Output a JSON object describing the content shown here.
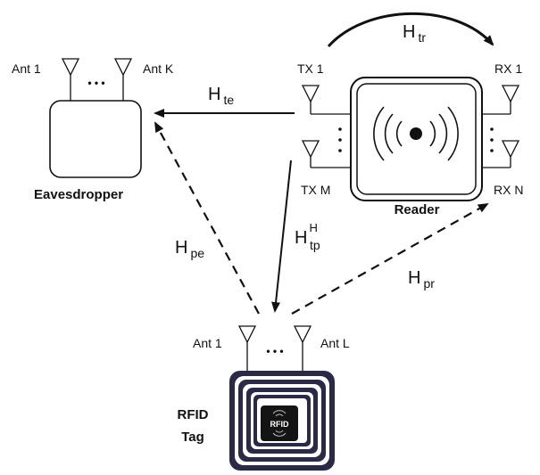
{
  "labels": {
    "ant1_eve": "Ant 1",
    "antk_eve": "Ant K",
    "eavesdropper": "Eavesdropper",
    "tx1": "TX 1",
    "txm": "TX M",
    "rx1": "RX 1",
    "rxn": "RX N",
    "reader": "Reader",
    "ant1_tag": "Ant 1",
    "antl_tag": "Ant L",
    "rfid": "RFID",
    "tag": "Tag",
    "chip": "RFID",
    "dots": "• • •"
  },
  "channels": {
    "h_tr": {
      "base": "H",
      "sub": "tr",
      "sup": ""
    },
    "h_te": {
      "base": "H",
      "sub": "te",
      "sup": ""
    },
    "h_tp": {
      "base": "H",
      "sub": "tp",
      "sup": "H"
    },
    "h_pe": {
      "base": "H",
      "sub": "pe",
      "sup": ""
    },
    "h_pr": {
      "base": "H",
      "sub": "pr",
      "sup": ""
    }
  },
  "colors": {
    "stroke": "#111111",
    "tag_coil": "#2a2a46",
    "tag_gap": "#ffffff",
    "chip": "#141414"
  }
}
